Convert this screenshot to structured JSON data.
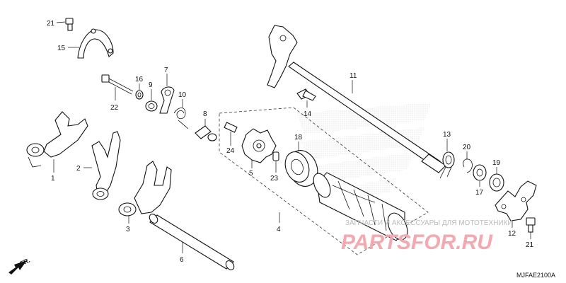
{
  "diagram": {
    "code": "MJFAE2100A",
    "direction_label": "FR.",
    "callouts": [
      "21",
      "15",
      "16",
      "9",
      "7",
      "10",
      "22",
      "8",
      "11",
      "14",
      "1",
      "2",
      "3",
      "24",
      "5",
      "18",
      "23",
      "4",
      "6",
      "13",
      "20",
      "19",
      "17",
      "12",
      "21"
    ]
  },
  "watermark": {
    "tagline": "ЗАПЧАСТИ И АКСЕССУАРЫ ДЛЯ МОТОТЕХНИКИ",
    "logo": "PARTSFOR.RU"
  },
  "colors": {
    "line": "#111111",
    "watermark_text": "#bbbbbb",
    "watermark_logo": "#f4a8b0"
  }
}
